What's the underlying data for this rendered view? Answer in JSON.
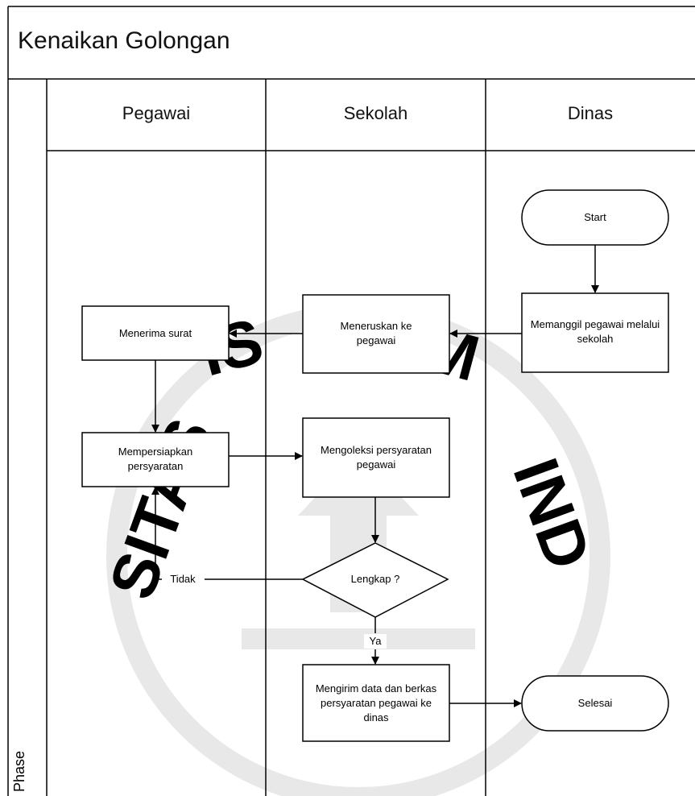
{
  "diagram": {
    "title": "Kenaikan Golongan",
    "phase_label": "Phase",
    "lanes": [
      {
        "id": "pegawai",
        "label": "Pegawai"
      },
      {
        "id": "sekolah",
        "label": "Sekolah"
      },
      {
        "id": "dinas",
        "label": "Dinas"
      }
    ],
    "nodes": {
      "start": {
        "shape": "terminator",
        "label": "Start"
      },
      "memanggil": {
        "shape": "process",
        "label": "Memanggil pegawai melalui sekolah"
      },
      "meneruskan": {
        "shape": "process",
        "label": "Meneruskan ke pegawai"
      },
      "menerima": {
        "shape": "process",
        "label": "Menerima surat"
      },
      "mempersiapkan": {
        "shape": "process",
        "label": "Mempersiapkan persyaratan"
      },
      "mengoleksi": {
        "shape": "process",
        "label": "Mengoleksi persyaratan pegawai"
      },
      "lengkap": {
        "shape": "decision",
        "label": "Lengkap ?"
      },
      "mengirim": {
        "shape": "process",
        "label": "Mengirim data dan berkas persyaratan pegawai ke dinas"
      },
      "selesai": {
        "shape": "terminator",
        "label": "Selesai"
      }
    },
    "edge_labels": {
      "tidak": "Tidak",
      "ya": "Ya"
    },
    "colors": {
      "line": "#000000",
      "watermark": "#d9d9d9"
    }
  }
}
